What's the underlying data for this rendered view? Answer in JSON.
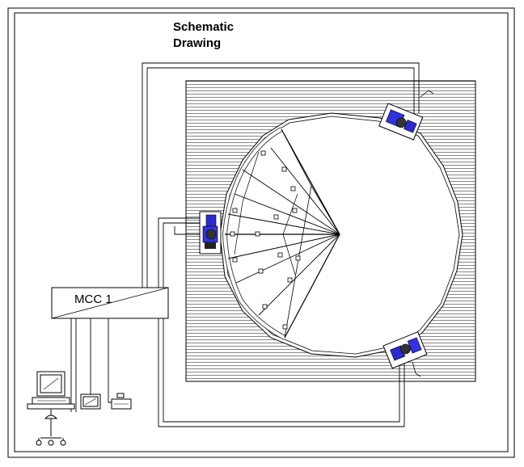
{
  "drawing": {
    "title_line1": "Schematic",
    "title_line2": "Drawing",
    "controller_label": "MCC 1"
  },
  "colors": {
    "line": "#000000",
    "background": "#ffffff",
    "motor": "#2a2ad0",
    "gear": "#333333"
  },
  "icons": [
    "motor-drive-icon",
    "computer-workstation-icon",
    "control-panel-icon",
    "keypad-icon"
  ]
}
